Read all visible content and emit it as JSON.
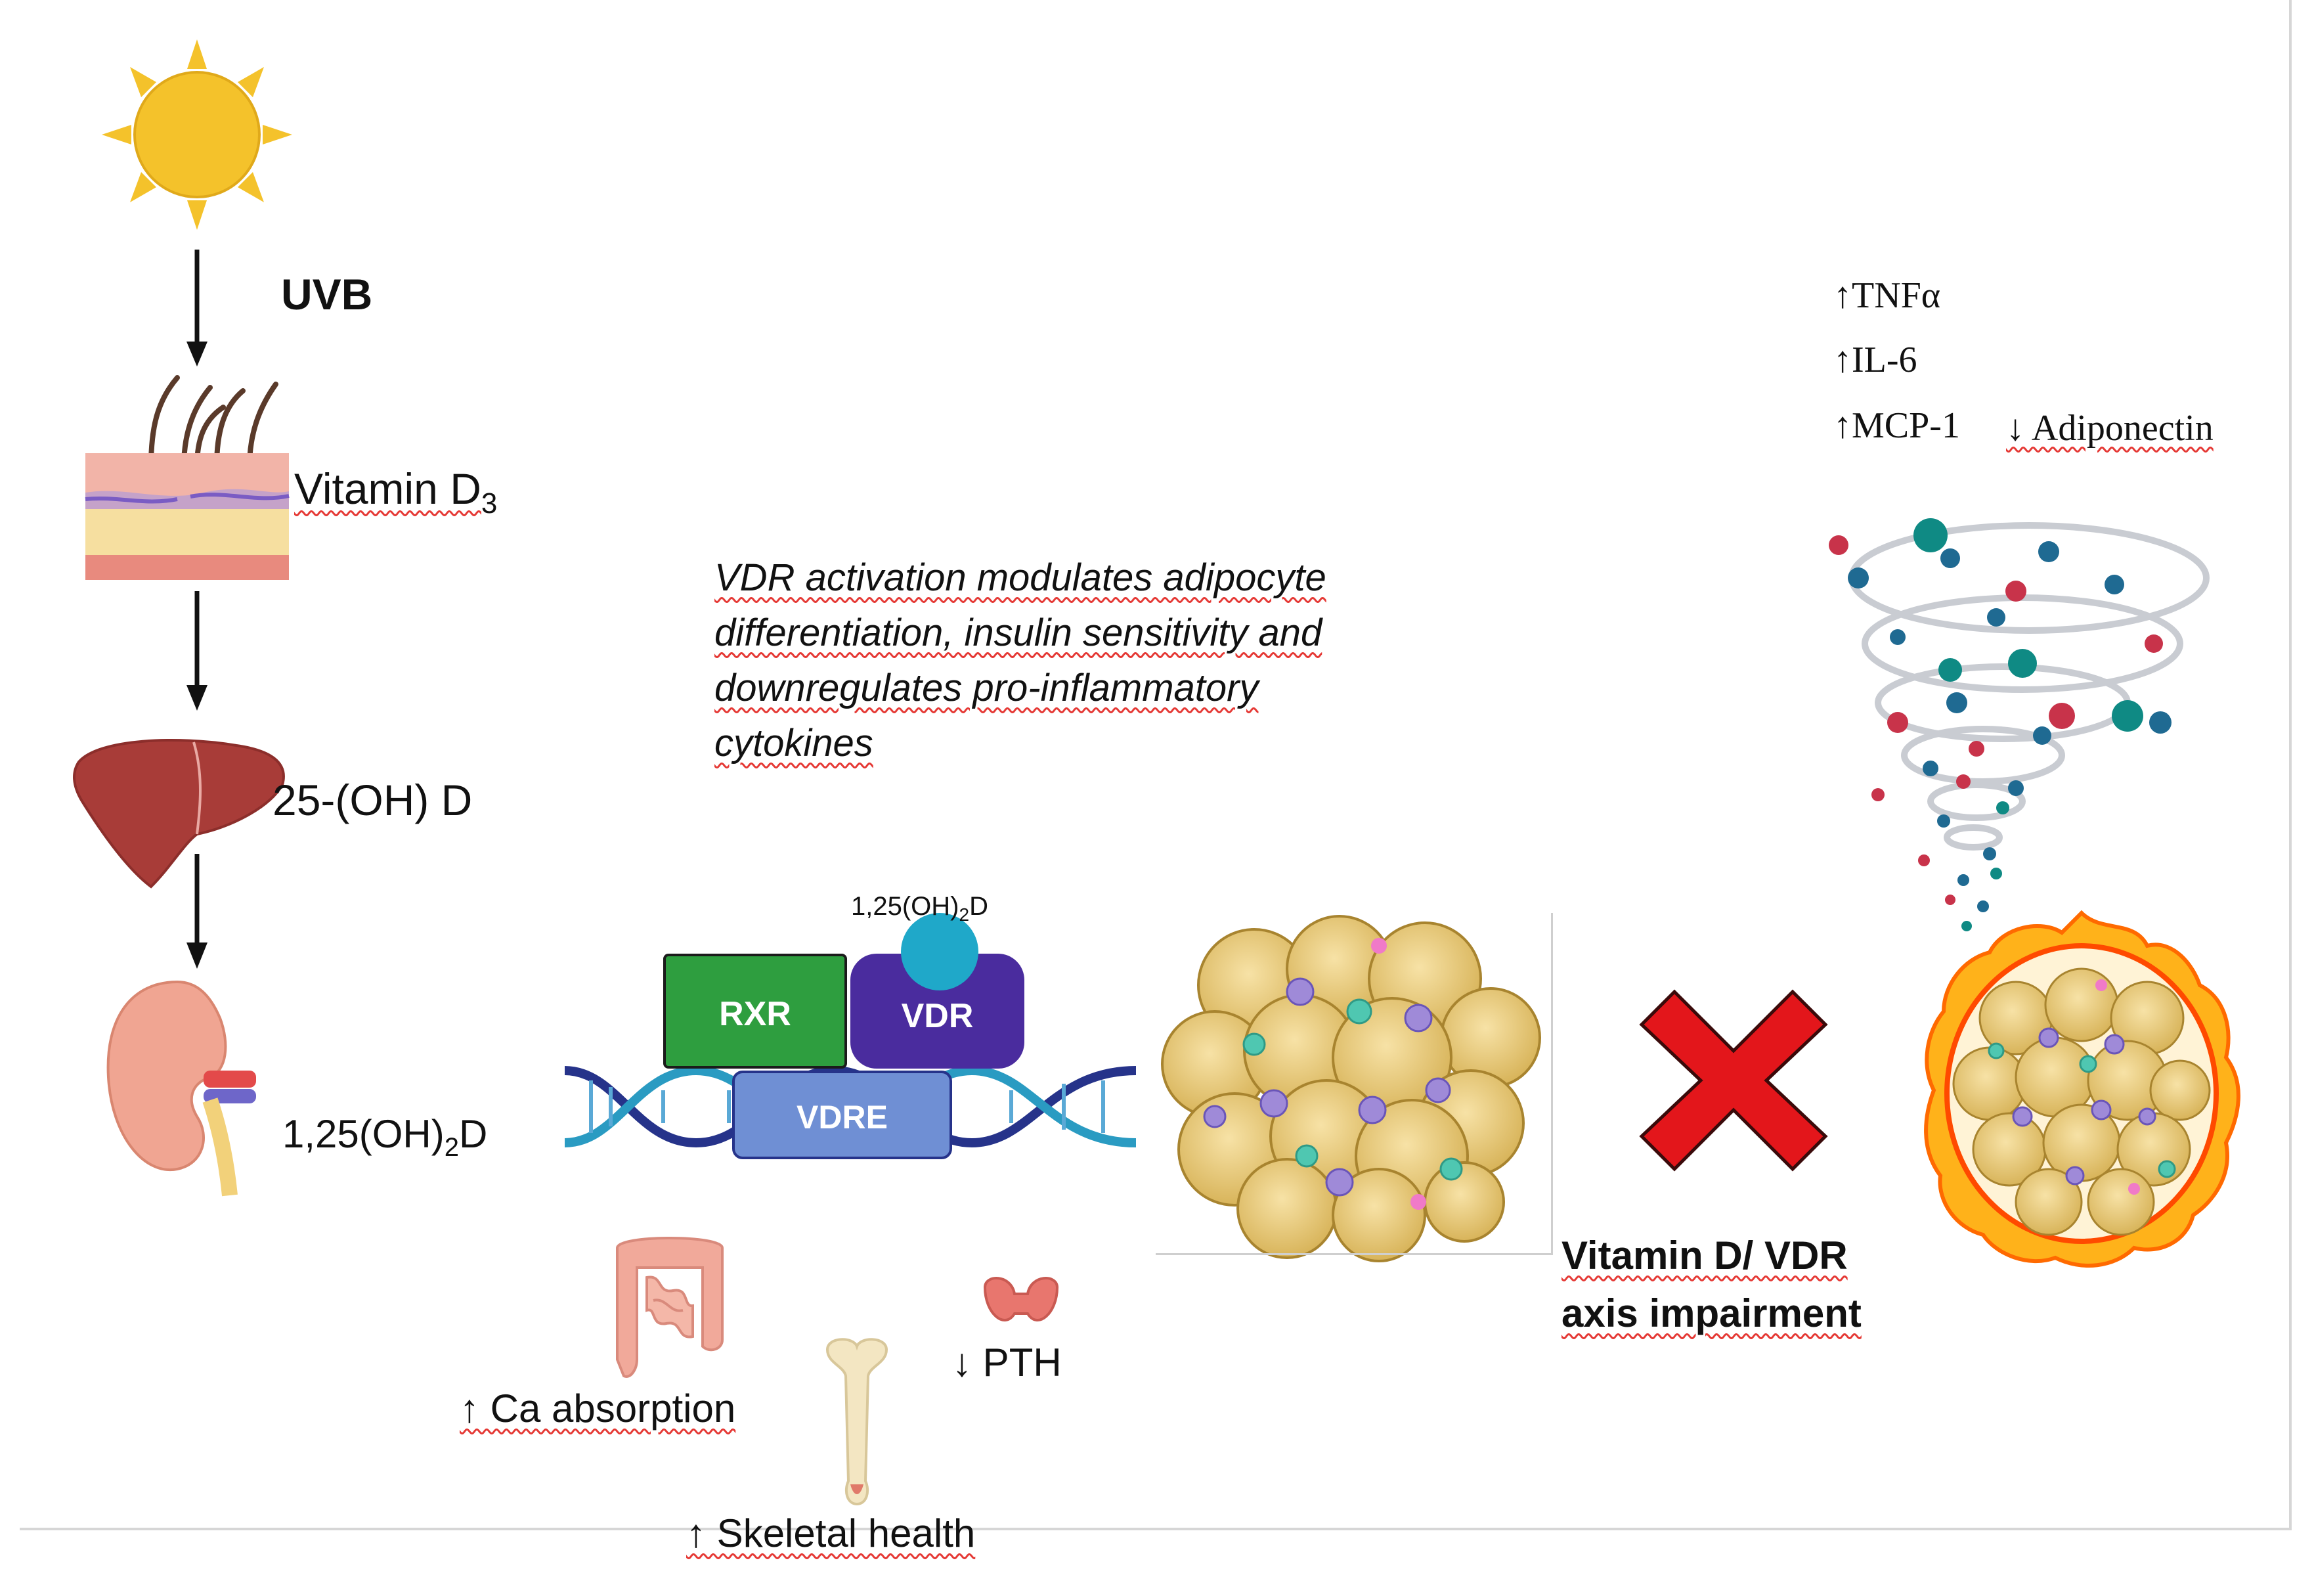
{
  "labels": {
    "uvb": "UVB",
    "vitamin_d3_main": "Vitamin D",
    "vitamin_d3_sub": "3",
    "liver_product": "25-(OH) D",
    "kidney_product": "1,25(OH)",
    "kidney_product_sub": "2",
    "kidney_product_end": "D",
    "ligand": "1,25(OH)",
    "ligand_sub": "2",
    "ligand_end": "D",
    "rxr": "RXR",
    "vdr": "VDR",
    "vdre": "VDRE",
    "ca_absorption": "↑ Ca absorption",
    "pth": "↓ PTH",
    "skeletal": "↑ Skeletal health",
    "impairment_line1": "Vitamin D/ VDR",
    "impairment_line2": "axis impairment",
    "tnf": "↑TNFα",
    "il6": "↑IL-6",
    "mcp1": "↑MCP-1",
    "adiponectin": "↓ Adiponectin"
  },
  "description": [
    "VDR activation modulates  adipocyte",
    "differentiation, insulin sensitivity and",
    "downregulates pro-inflammatory",
    "cytokines"
  ],
  "colors": {
    "sun": "#f4c22b",
    "rxr": "#2e9e3f",
    "vdr": "#4a2c9e",
    "vdre": "#6f8fd4",
    "ligand": "#1fa8c9",
    "cross": "#e3161b",
    "fat": "#e6c46b",
    "fire": "#ff8a00"
  },
  "icons": {
    "sun": "sun-icon",
    "skin": "skin-icon",
    "liver": "liver-icon",
    "kidney": "kidney-icon",
    "intestine": "intestine-icon",
    "bone": "bone-icon",
    "thyroid": "thyroid-icon",
    "dna": "dna-helix-icon",
    "adipose": "adipose-tissue-icon",
    "inflamed_adipose": "inflamed-adipose-icon",
    "cytokine_swirl": "cytokine-swirl-icon",
    "cross": "red-x-icon"
  }
}
